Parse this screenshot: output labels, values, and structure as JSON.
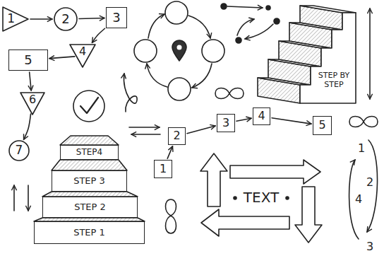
{
  "diagram": {
    "nodes": [
      {
        "text": [
          "1"
        ]
      },
      {
        "text": [
          "2"
        ]
      },
      {
        "text": [
          "3"
        ]
      },
      {
        "text": [
          "4"
        ]
      },
      {
        "text": [
          "5"
        ]
      },
      {
        "text": [
          "6"
        ]
      },
      {
        "text": [
          "7"
        ]
      },
      {
        "text": [
          "1"
        ]
      },
      {
        "text": [
          "2"
        ]
      },
      {
        "text": [
          "3"
        ]
      },
      {
        "text": [
          "4"
        ]
      },
      {
        "text": [
          "5"
        ]
      },
      {
        "text": [
          "STEP4"
        ]
      },
      {
        "text": [
          "STEP 3"
        ]
      },
      {
        "text": [
          "STEP 2"
        ]
      },
      {
        "text": [
          "STEP 1"
        ]
      },
      {
        "text": [
          "TEXT"
        ]
      }
    ],
    "edges": [
      {
        "from": 0,
        "to": 1,
        "arrow": "to"
      },
      {
        "from": 1,
        "to": 2,
        "arrow": "to"
      },
      {
        "from": 2,
        "to": 3,
        "arrow": "to"
      },
      {
        "from": 3,
        "to": 4,
        "arrow": "to"
      },
      {
        "from": 4,
        "to": 5,
        "arrow": "to"
      },
      {
        "from": 5,
        "to": 6,
        "arrow": "to"
      },
      {
        "from": 7,
        "to": 8,
        "arrow": "to"
      },
      {
        "from": 8,
        "to": 9,
        "arrow": "to"
      },
      {
        "from": 9,
        "to": 10,
        "arrow": "to"
      },
      {
        "from": 10,
        "to": 11,
        "arrow": "to"
      }
    ],
    "labels": [
      "STEP BY STEP",
      "1",
      "2",
      "4",
      "3"
    ]
  }
}
